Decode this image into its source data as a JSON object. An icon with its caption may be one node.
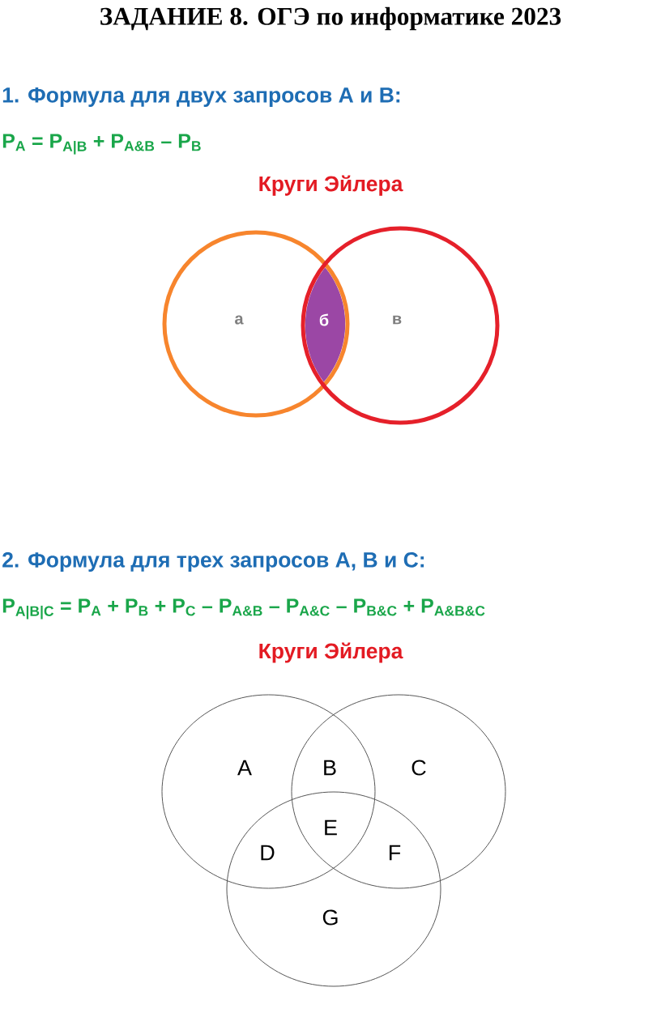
{
  "diagram": {
    "title": "ЗАДАНИЕ 8. ОГЭ по информатике 2023",
    "nodes": [
      {
        "text": [],
        "shape": "circle"
      },
      {
        "text": [],
        "shape": "circle"
      },
      {
        "text": [],
        "shape": "ellipse"
      },
      {
        "text": [],
        "shape": "ellipse"
      },
      {
        "text": [],
        "shape": "ellipse"
      }
    ],
    "labels": [
      "1. Формула для двух запросов А и В:",
      "P$_{A}$ = P$_{A|B}$ + P$_{A&B}$ – P$_{B}$",
      "Круги Эйлера",
      "а",
      "б",
      "в",
      "2. Формула для трех запросов А, В и С:",
      "P$_{A|B|C}$ = P$_{A}$ + P$_{B}$ + P$_{C}$ – P$_{A&B}$ – P$_{A&C}$ – P$_{B&C}$ + P$_{A&B&C}$",
      "Круги Эйлера",
      "A",
      "B",
      "C",
      "E",
      "D",
      "F",
      "G"
    ]
  }
}
